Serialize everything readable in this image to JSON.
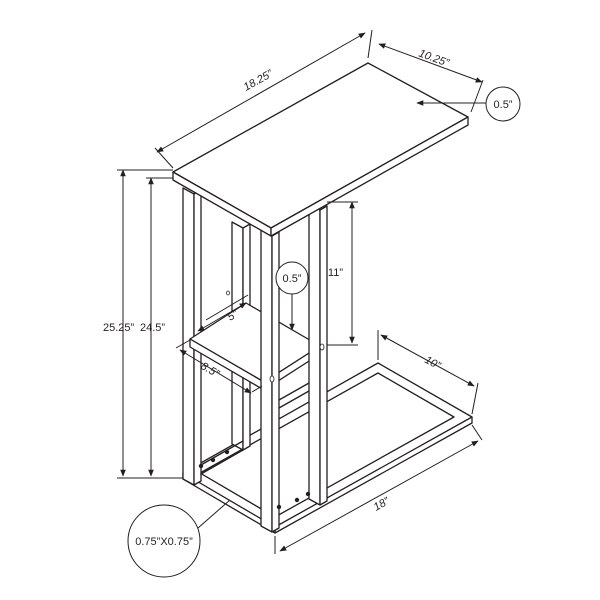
{
  "dimensions": {
    "top_length": "18.25”",
    "top_width": "10.25”",
    "top_thickness": "0.5”",
    "overall_height": "25.25”",
    "leg_height": "24.5”",
    "opening_height": "11”",
    "shelf_thickness": "0.5”",
    "shelf_depth": "5”",
    "shelf_width": "8.5”",
    "base_width": "10”",
    "base_length": "18”",
    "tube_size": "0.75”X0.75”"
  }
}
